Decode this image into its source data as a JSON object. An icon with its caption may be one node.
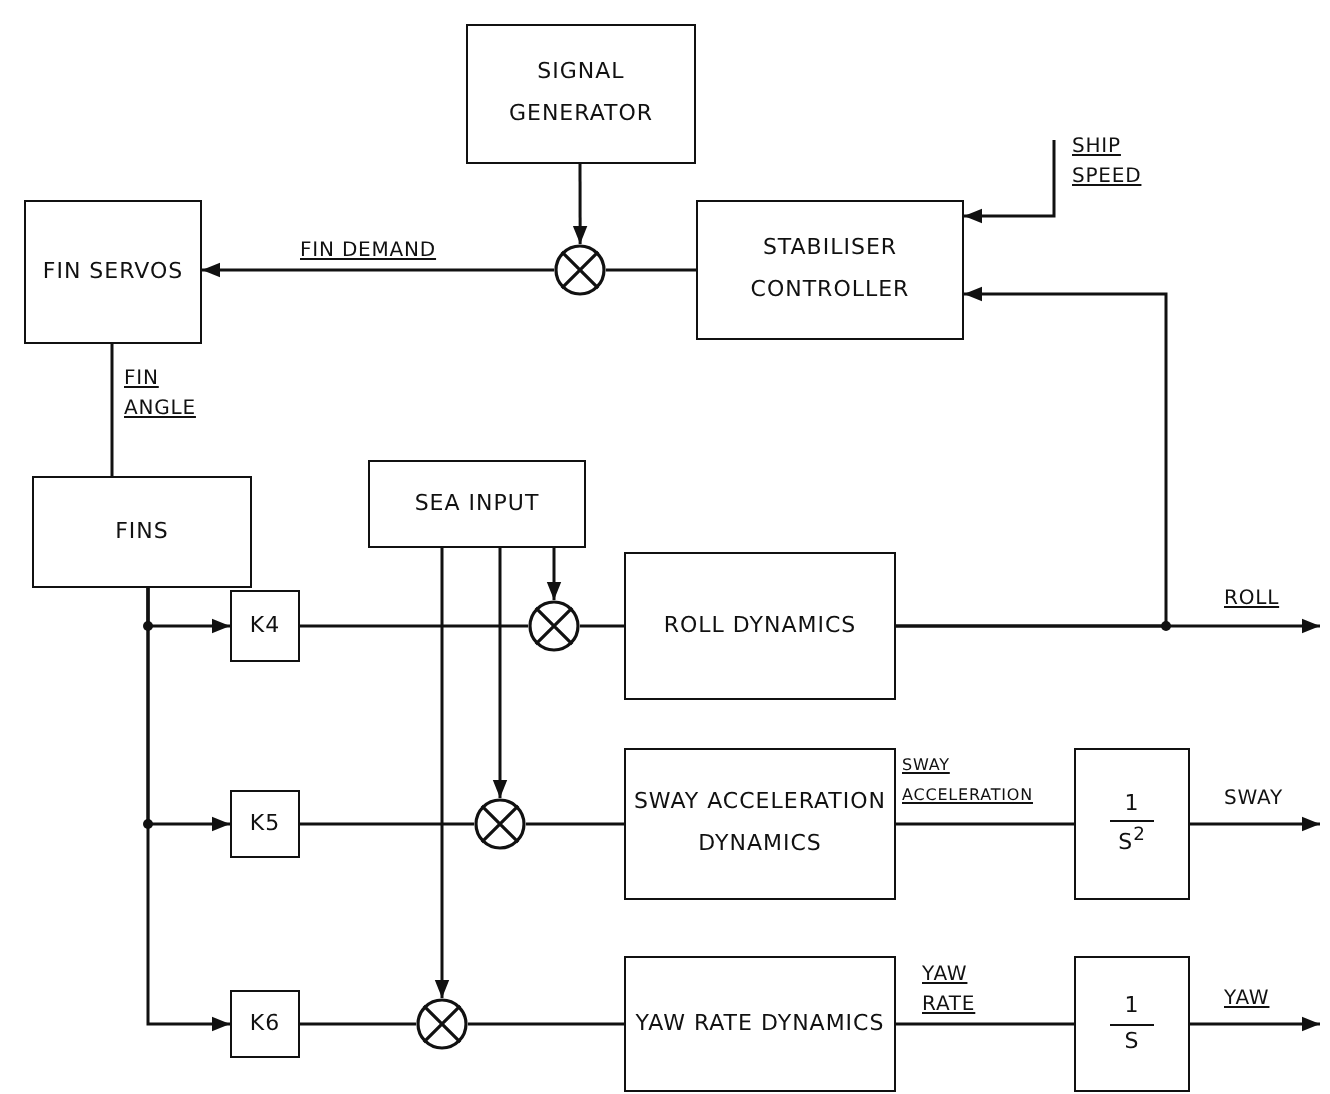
{
  "diagram": {
    "nodes": [
      {
        "text": [
          "SIGNAL GENERATOR"
        ]
      },
      {
        "text": [
          "FIN SERVOS"
        ]
      },
      {
        "text": [],
        "shape": "circle"
      },
      {
        "text": [
          "STABILISER CONTROLLER"
        ]
      },
      {
        "text": [
          "FINS"
        ]
      },
      {
        "text": [
          "SEA INPUT"
        ]
      },
      {
        "text": [
          "K4"
        ]
      },
      {
        "text": [
          "K5"
        ]
      },
      {
        "text": [
          "K6"
        ]
      },
      {
        "text": [],
        "shape": "circle"
      },
      {
        "text": [],
        "shape": "circle"
      },
      {
        "text": [],
        "shape": "circle"
      },
      {
        "text": [
          "ROLL DYNAMICS"
        ]
      },
      {
        "text": [
          "SWAY ACCELERATION DYNAMICS"
        ]
      },
      {
        "text": [
          "YAW RATE DYNAMICS"
        ]
      },
      {
        "text": [
          "1",
          "S$^{2}$"
        ]
      },
      {
        "text": [
          "1",
          "S"
        ]
      }
    ],
    "edges": [
      {
        "from": 0,
        "to": 2,
        "arrow": "to"
      },
      {
        "from": 3,
        "to": 2,
        "arrow": "none"
      },
      {
        "from": 2,
        "to": 1,
        "arrow": "to",
        "label": "FIN DEMAND"
      },
      {
        "from": null,
        "to": 3,
        "arrow": "to",
        "label": "SHIP SPEED"
      },
      {
        "from": 1,
        "to": 4,
        "arrow": "none",
        "label": "FIN ANGLE"
      },
      {
        "from": 4,
        "to": 6,
        "arrow": "to"
      },
      {
        "from": 4,
        "to": 7,
        "arrow": "to"
      },
      {
        "from": 4,
        "to": 8,
        "arrow": "to"
      },
      {
        "from": 6,
        "to": 9,
        "arrow": "none"
      },
      {
        "from": 7,
        "to": 10,
        "arrow": "none"
      },
      {
        "from": 8,
        "to": 11,
        "arrow": "none"
      },
      {
        "from": 5,
        "to": 9,
        "arrow": "to"
      },
      {
        "from": 5,
        "to": 10,
        "arrow": "to"
      },
      {
        "from": 5,
        "to": 11,
        "arrow": "to"
      },
      {
        "from": 9,
        "to": 12,
        "arrow": "none"
      },
      {
        "from": 10,
        "to": 13,
        "arrow": "none"
      },
      {
        "from": 11,
        "to": 14,
        "arrow": "none"
      },
      {
        "from": 12,
        "to": null,
        "arrow": "to",
        "label": "ROLL"
      },
      {
        "from": 12,
        "to": 3,
        "arrow": "to"
      },
      {
        "from": 13,
        "to": 15,
        "arrow": "none",
        "label": "SWAY ACCELERATION"
      },
      {
        "from": 15,
        "to": null,
        "arrow": "to",
        "label": "SWAY"
      },
      {
        "from": 14,
        "to": 16,
        "arrow": "none",
        "label": "YAW RATE"
      },
      {
        "from": 16,
        "to": null,
        "arrow": "to",
        "label": "YAW"
      }
    ]
  }
}
